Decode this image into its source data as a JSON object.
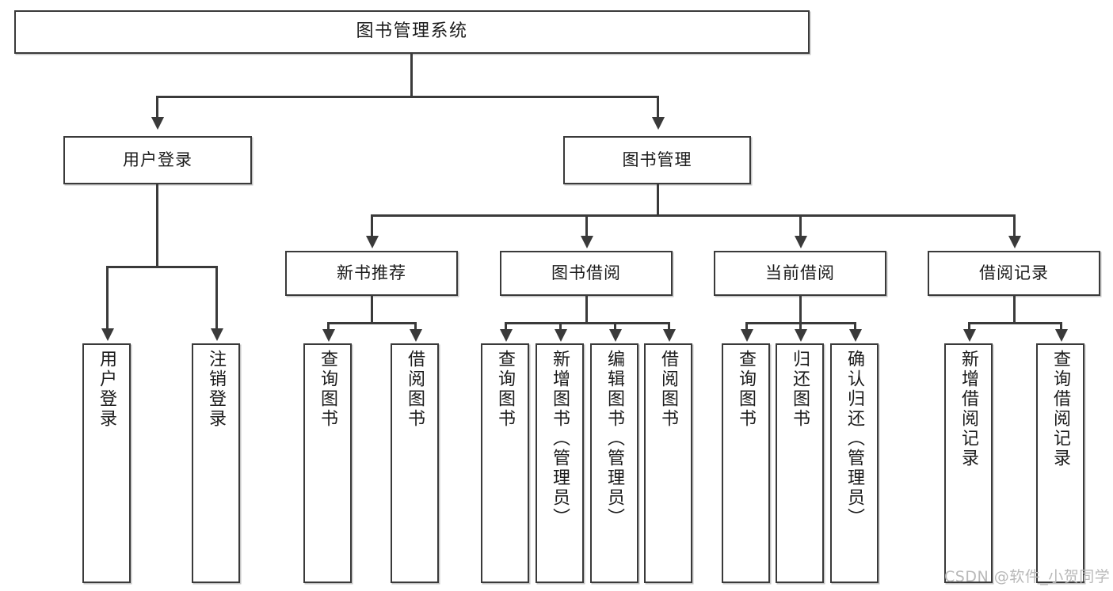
{
  "diagram": {
    "title": "图书管理系统",
    "type": "tree-hierarchy-chart",
    "root": {
      "label": "图书管理系统"
    },
    "level1": [
      {
        "label": "用户登录"
      },
      {
        "label": "图书管理"
      }
    ],
    "level2": [
      {
        "label": "新书推荐"
      },
      {
        "label": "图书借阅"
      },
      {
        "label": "当前借阅"
      },
      {
        "label": "借阅记录"
      }
    ],
    "leaves": {
      "user_login": [
        {
          "label": "用户登录"
        },
        {
          "label": "注销登录"
        }
      ],
      "new_book_recommend": [
        {
          "label": "查询图书"
        },
        {
          "label": "借阅图书"
        }
      ],
      "book_borrow": [
        {
          "label": "查询图书"
        },
        {
          "label": "新增图书（管理员）"
        },
        {
          "label": "编辑图书（管理员）"
        },
        {
          "label": "借阅图书"
        }
      ],
      "current_borrow": [
        {
          "label": "查询图书"
        },
        {
          "label": "归还图书"
        },
        {
          "label": "确认归还（管理员）"
        }
      ],
      "borrow_record": [
        {
          "label": "新增借阅记录"
        },
        {
          "label": "查询借阅记录"
        }
      ]
    }
  },
  "watermark": {
    "text": "CSDN @软件_小贺同学"
  },
  "colors": {
    "stroke": "#3a3a3a",
    "background": "#ffffff",
    "text": "#1b1b1b",
    "watermark": "#b9b9b9"
  }
}
